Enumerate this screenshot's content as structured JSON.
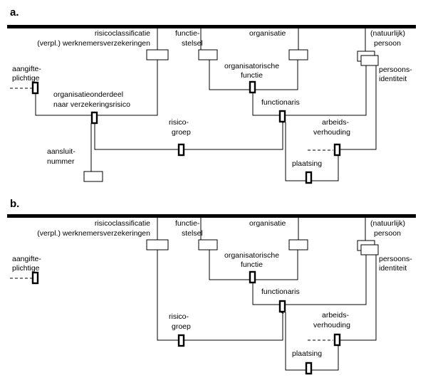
{
  "panels": [
    {
      "id": "a",
      "header": "a.",
      "labels": {
        "risicoclassificatie_1": "risicoclassificatie",
        "risicoclassificatie_2": "(verpl.) werknemersverzekeringen",
        "functiestelsel_1": "functie-",
        "functiestelsel_2": "stelsel",
        "organisatie": "organisatie",
        "persoon_1": "(natuurlijk)",
        "persoon_2": "persoon",
        "aangifteplichtige_1": "aangifte-",
        "aangifteplichtige_2": "plichtige",
        "orgfunctie_1": "organisatorische",
        "orgfunctie_2": "functie",
        "persoonsidentiteit_1": "persoons-",
        "persoonsidentiteit_2": "identiteit",
        "orgonderdeel_1": "organisatieonderdeel",
        "orgonderdeel_2": "naar verzekeringsrisico",
        "functionaris": "functionaris",
        "risicogroep_1": "risico-",
        "risicogroep_2": "groep",
        "arbeidsverhouding_1": "arbeids-",
        "arbeidsverhouding_2": "verhouding",
        "aansluitnummer_1": "aansluit-",
        "aansluitnummer_2": "nummer",
        "plaatsing": "plaatsing"
      }
    },
    {
      "id": "b",
      "header": "b.",
      "labels": {
        "risicoclassificatie_1": "risicoclassificatie",
        "risicoclassificatie_2": "(verpl.) werknemersverzekeringen",
        "functiestelsel_1": "functie-",
        "functiestelsel_2": "stelsel",
        "organisatie": "organisatie",
        "persoon_1": "(natuurlijk)",
        "persoon_2": "persoon",
        "aangifteplichtige_1": "aangifte-",
        "aangifteplichtige_2": "plichtige",
        "orgfunctie_1": "organisatorische",
        "orgfunctie_2": "functie",
        "persoonsidentiteit_1": "persoons-",
        "persoonsidentiteit_2": "identiteit",
        "functionaris": "functionaris",
        "risicogroep_1": "risico-",
        "risicogroep_2": "groep",
        "arbeidsverhouding_1": "arbeids-",
        "arbeidsverhouding_2": "verhouding",
        "plaatsing": "plaatsing"
      }
    }
  ]
}
